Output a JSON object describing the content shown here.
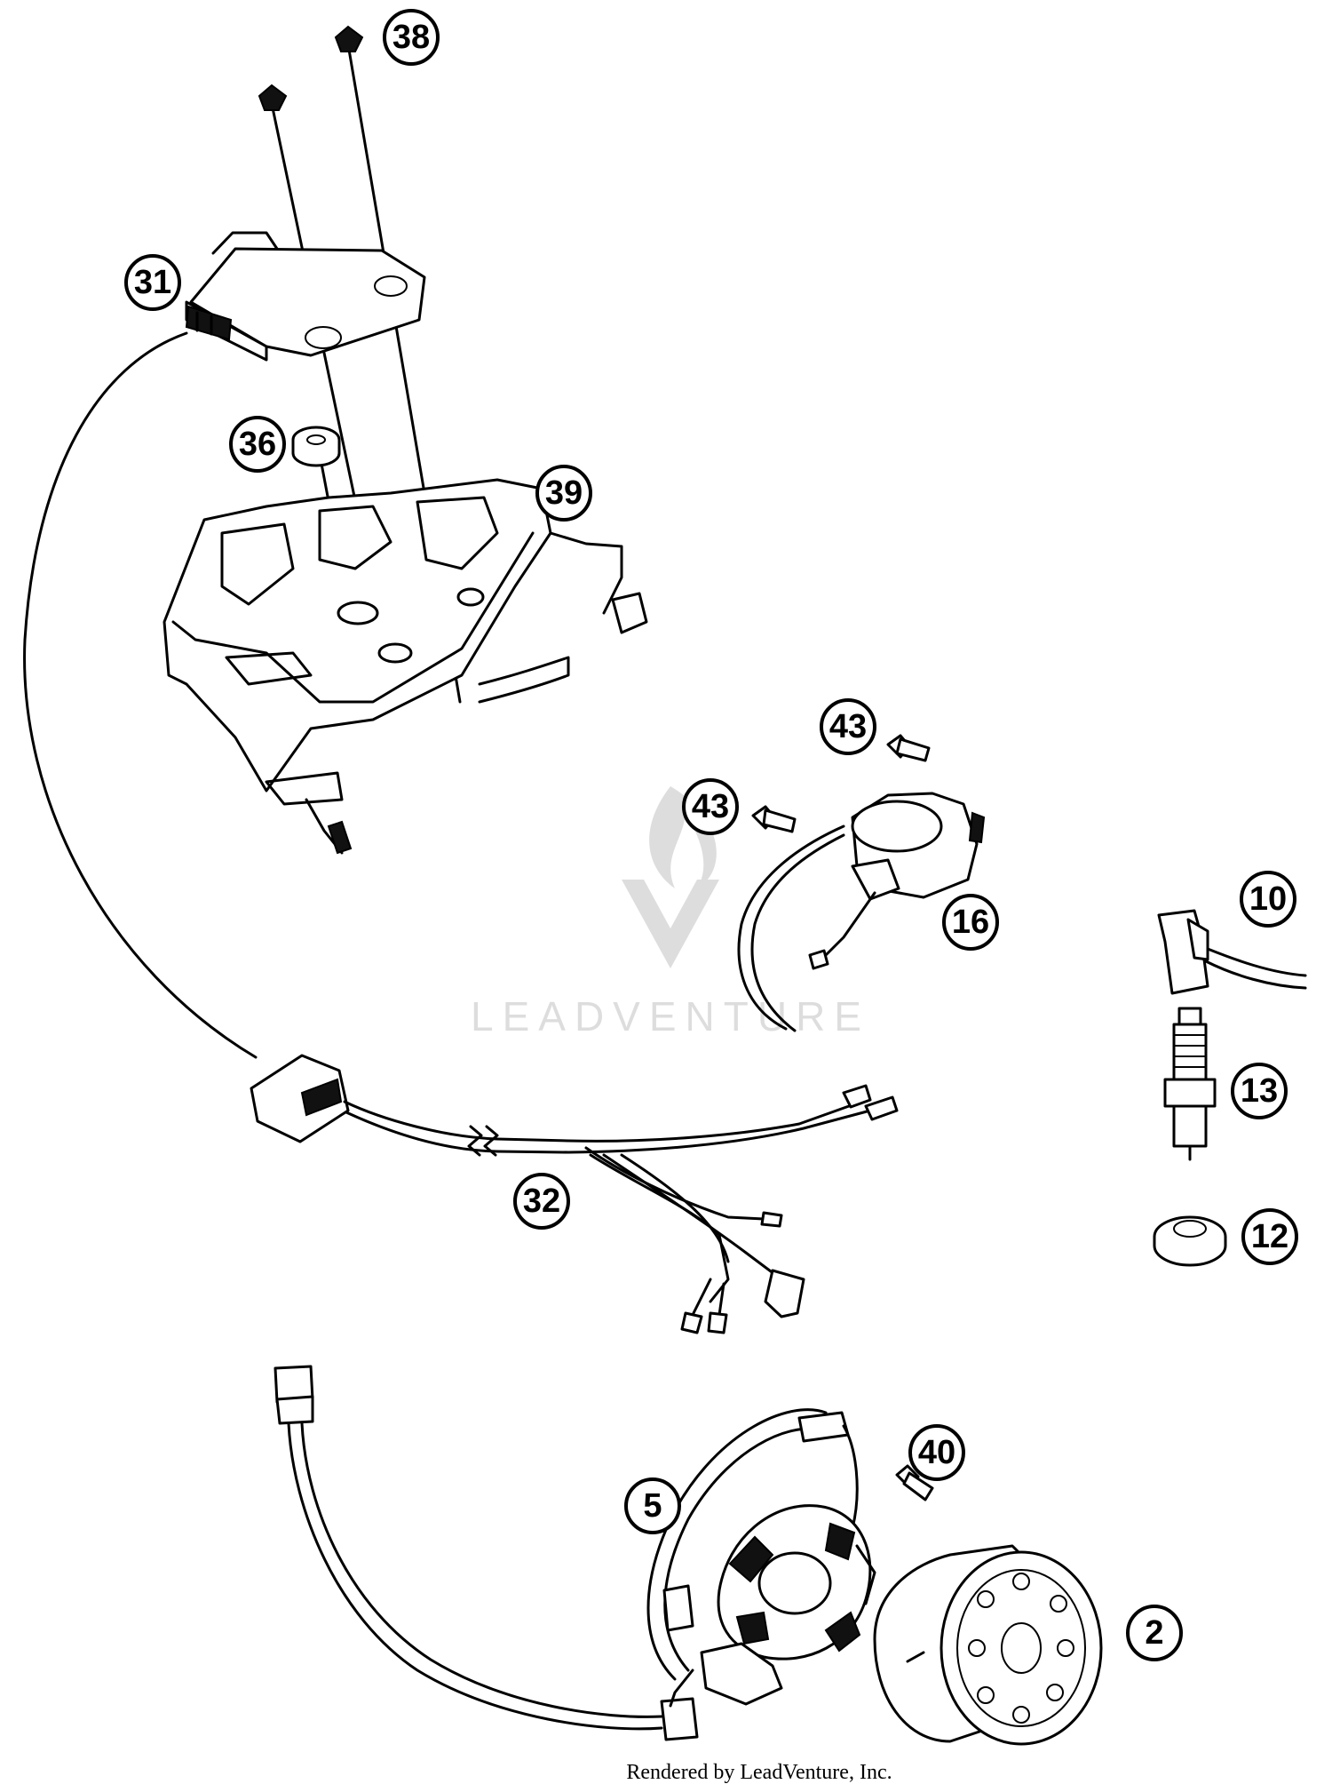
{
  "diagram": {
    "callouts": {
      "c38a": "38",
      "c31": "31",
      "c36": "36",
      "c39": "39",
      "c43a": "43",
      "c43b": "43",
      "c16": "16",
      "c10": "10",
      "c13": "13",
      "c12": "12",
      "c32": "32",
      "c40": "40",
      "c5": "5",
      "c2": "2"
    },
    "watermark": "LEADVENTURE",
    "credit": "Rendered by LeadVenture, Inc."
  }
}
